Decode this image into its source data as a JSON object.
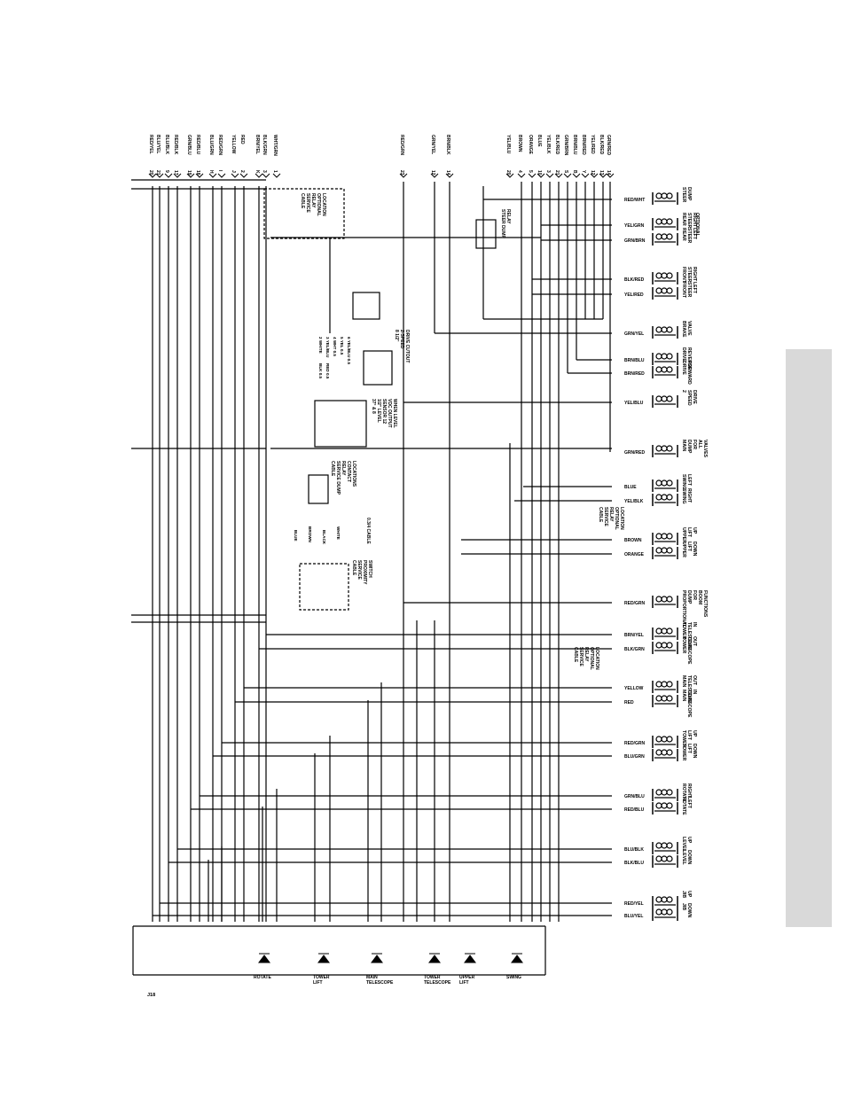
{
  "left_connector": {
    "wires": [
      {
        "color": "RED/YEL",
        "pin": "20"
      },
      {
        "color": "BLU/YEL",
        "pin": "21"
      },
      {
        "color": "BLU/BLK",
        "pin": "9"
      },
      {
        "color": "RED/BLK",
        "pin": "17"
      },
      {
        "color": "GRN/BLU",
        "pin": "19"
      },
      {
        "color": "RED/BLU",
        "pin": "18"
      },
      {
        "color": "BLU/GRN",
        "pin": "H"
      },
      {
        "color": "RED/GRN",
        "pin": "I"
      },
      {
        "color": "YELLOW",
        "pin": "J"
      },
      {
        "color": "RED",
        "pin": "2"
      },
      {
        "color": "BRN/YEL",
        "pin": "K"
      },
      {
        "color": "BLK/GRN",
        "pin": "3"
      },
      {
        "color": "WHT/GRN",
        "pin": "1"
      }
    ]
  },
  "mid_wires": [
    {
      "color": "RED/GRN",
      "pin": "23"
    },
    {
      "color": "GRN/YEL",
      "pin": "12"
    },
    {
      "color": "BRN/BLK",
      "pin": "14"
    }
  ],
  "right_connector": {
    "wires": [
      {
        "color": "GRN/RED",
        "pin": "14"
      },
      {
        "color": "BLK/RED",
        "pin": "13"
      },
      {
        "color": "YEL/RED",
        "pin": "12"
      },
      {
        "color": "BRN/RED",
        "pin": "Y"
      },
      {
        "color": "BRN/BLU",
        "pin": "B"
      },
      {
        "color": "GRN/BRN",
        "pin": "S"
      },
      {
        "color": "BLK/RED",
        "pin": "21"
      },
      {
        "color": "YEL/BLK",
        "pin": "3"
      },
      {
        "color": "BLUE",
        "pin": "10"
      },
      {
        "color": "ORANGE",
        "pin": "5"
      },
      {
        "color": "BROWN",
        "pin": "4"
      },
      {
        "color": "YEL/BLU",
        "pin": "20"
      }
    ]
  },
  "right_devices": [
    {
      "name": "STEER DUMP",
      "wire": "RED/WHT"
    },
    {
      "name": "REAR STEER RIGHT",
      "wire": "YEL/GRN",
      "note": "OPTIONAL"
    },
    {
      "name": "REAR STEER LEFT",
      "wire": "GRN/BRN"
    },
    {
      "name": "FRONT STEER RIGHT",
      "wire": "BLK/RED"
    },
    {
      "name": "FRONT STEER LEFT",
      "wire": "YEL/RED"
    },
    {
      "name": "BRAKE VALVE",
      "wire": "GRN/YEL"
    },
    {
      "name": "DRIVE REVERSE",
      "wire": "BRN/BLU"
    },
    {
      "name": "DRIVE FORWARD",
      "wire": "BRN/RED"
    },
    {
      "name": "2 SPEED DRIVE",
      "wire": "YEL/BLU"
    },
    {
      "name": "MAIN DUMP FOR ALL VALVES",
      "wire": "GRN/RED"
    },
    {
      "name": "SWING LEFT",
      "wire": "BLUE"
    },
    {
      "name": "SWING RIGHT",
      "wire": "YEL/BLK"
    },
    {
      "name": "UPPER LIFT UP",
      "wire": "BROWN"
    },
    {
      "name": "UPPER LIFT DOWN",
      "wire": "ORANGE"
    },
    {
      "name": "PROPORTIONAL DUMP FOR BOOM FUNCTIONS",
      "wire": "RED/GRN"
    },
    {
      "name": "TOWER TELESCOPE IN",
      "wire": "BRN/YEL"
    },
    {
      "name": "TOWER TELESCOPE OUT",
      "wire": "BLK/GRN"
    },
    {
      "name": "MAIN TELESCOPE OUT",
      "wire": "YELLOW"
    },
    {
      "name": "MAIN TELESCOPE IN",
      "wire": "RED"
    },
    {
      "name": "TOWER LIFT UP",
      "wire": "RED/GRN"
    },
    {
      "name": "TOWER LIFT DOWN",
      "wire": "BLU/GRN"
    },
    {
      "name": "ROTATE RIGHT",
      "wire": "GRN/BLU"
    },
    {
      "name": "ROTATE LEFT",
      "wire": "RED/BLU"
    },
    {
      "name": "LEVEL UP",
      "wire": "BLU/BLK"
    },
    {
      "name": "LEVEL DOWN",
      "wire": "BLK/BLU"
    },
    {
      "name": "JIB UP",
      "wire": "RED/YEL"
    },
    {
      "name": "JIB DOWN",
      "wire": "BLU/YEL"
    }
  ],
  "bottom_groups": [
    "ROTATE",
    "TOWER LIFT",
    "MAIN TELESCOPE",
    "TOWER TELESCOPE",
    "UPPER LIFT",
    "SWING"
  ],
  "bottom_connector_label": "J18",
  "relay_labels": {
    "steer_dump_relay": "STEER DUMP RELAY",
    "two_speed_cutout": "8 1/2\" 2-SPEED DRIVE CUTOUT",
    "level_sensor": "37° & 8 1/2\" LEVEL SENSOR 12 VDC OUTPUT WHEN LEVEL",
    "cable_relay_left": "CABLE SERVICE RELAY OPTIONAL LOCATION",
    "cable_relay_swing": "CABLE SERVICE RELAY OPTIONAL LOCATION",
    "cable_relay_tele": "CABLE SERVICE RELAY OPTIONAL LOCATION",
    "prox_switch": "CABLE SERVICE PROXIMITY SWITCH",
    "cable_dump_relay": "CABLE SERVICE DUMP RELAY CONTACT LOCATIONS",
    "cable_size": "0.3/4 CABLE",
    "switch_wires": [
      "WHITE",
      "BLACK",
      "BROWN",
      "BLUE"
    ]
  },
  "sensor_pins": [
    {
      "pin": "2",
      "wire": "WHITE",
      "gauge": "BLK 0.5"
    },
    {
      "pin": "3",
      "wire": "YEL/BLU",
      "gauge": "RED 0.5"
    },
    {
      "pin": "4",
      "wire": "WHT 0.5",
      "gauge": ""
    },
    {
      "pin": "5",
      "wire": "YEL 0.5",
      "gauge": ""
    },
    {
      "pin": "6",
      "wire": "YEL/BLU 0.5",
      "gauge": ""
    }
  ]
}
